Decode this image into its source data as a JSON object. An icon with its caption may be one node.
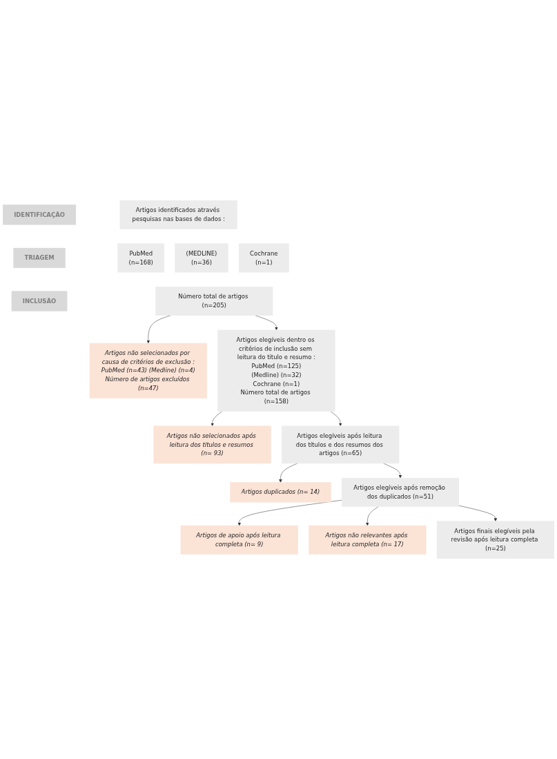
{
  "diagram": {
    "nodes": [
      {
        "text": [
          "IDENTIFICAÇÃO"
        ]
      },
      {
        "text": [
          "TRIAGEM"
        ]
      },
      {
        "text": [
          "INCLUSÃO"
        ]
      },
      {
        "text": [
          "Artigos identificados através pesquisas nas bases de dados :"
        ]
      },
      {
        "text": [
          "PubMed",
          "(n=168)"
        ]
      },
      {
        "text": [
          "(MEDLINE)",
          "(n=36)"
        ]
      },
      {
        "text": [
          "Cochrane",
          "(n=1)"
        ]
      },
      {
        "text": [
          "Número total de artigos (n=205)"
        ]
      },
      {
        "text": [
          "Artigos não selecionados por causa de critérios de exclusão :",
          "PubMed (n=43) (Medline) (n=4)",
          "Número de artigos excluídos (n=47)"
        ]
      },
      {
        "text": [
          "Artigos elegíveis dentro os critérios de inclusão sem leitura do titulo e resumo :",
          "PubMed (n=125)",
          "(Medline) (n=32)",
          "Cochrane (n=1)",
          "Número total de artigos (n=158)"
        ]
      },
      {
        "text": [
          "Artigos não selecionados após leitura dos títulos e resumos (n= 93)"
        ]
      },
      {
        "text": [
          "Artigos elegíveis após leitura dos títulos e dos resumos dos artigos (n=65)"
        ]
      },
      {
        "text": [
          "Artigos duplicados (n= 14)"
        ]
      },
      {
        "text": [
          "Artigos elegíveis após remoção dos duplicados (n=51)"
        ]
      },
      {
        "text": [
          "Artigos de apoio após leitura completa (n= 9)"
        ]
      },
      {
        "text": [
          "Artigos não relevantes após leitura completa (n= 17)"
        ]
      },
      {
        "text": [
          "Artigos finais elegíveis pela revisão após leitura completa (n=25)"
        ]
      }
    ],
    "edges": [
      {
        "from": 7,
        "to": 8,
        "arrow": "to"
      },
      {
        "from": 7,
        "to": 9,
        "arrow": "to"
      },
      {
        "from": 9,
        "to": 10,
        "arrow": "to"
      },
      {
        "from": 9,
        "to": 11,
        "arrow": "to"
      },
      {
        "from": 11,
        "to": 12,
        "arrow": "to"
      },
      {
        "from": 11,
        "to": 13,
        "arrow": "to"
      },
      {
        "from": 13,
        "to": 14,
        "arrow": "to"
      },
      {
        "from": 13,
        "to": 15,
        "arrow": "to"
      },
      {
        "from": 13,
        "to": 16,
        "arrow": "to"
      }
    ]
  }
}
